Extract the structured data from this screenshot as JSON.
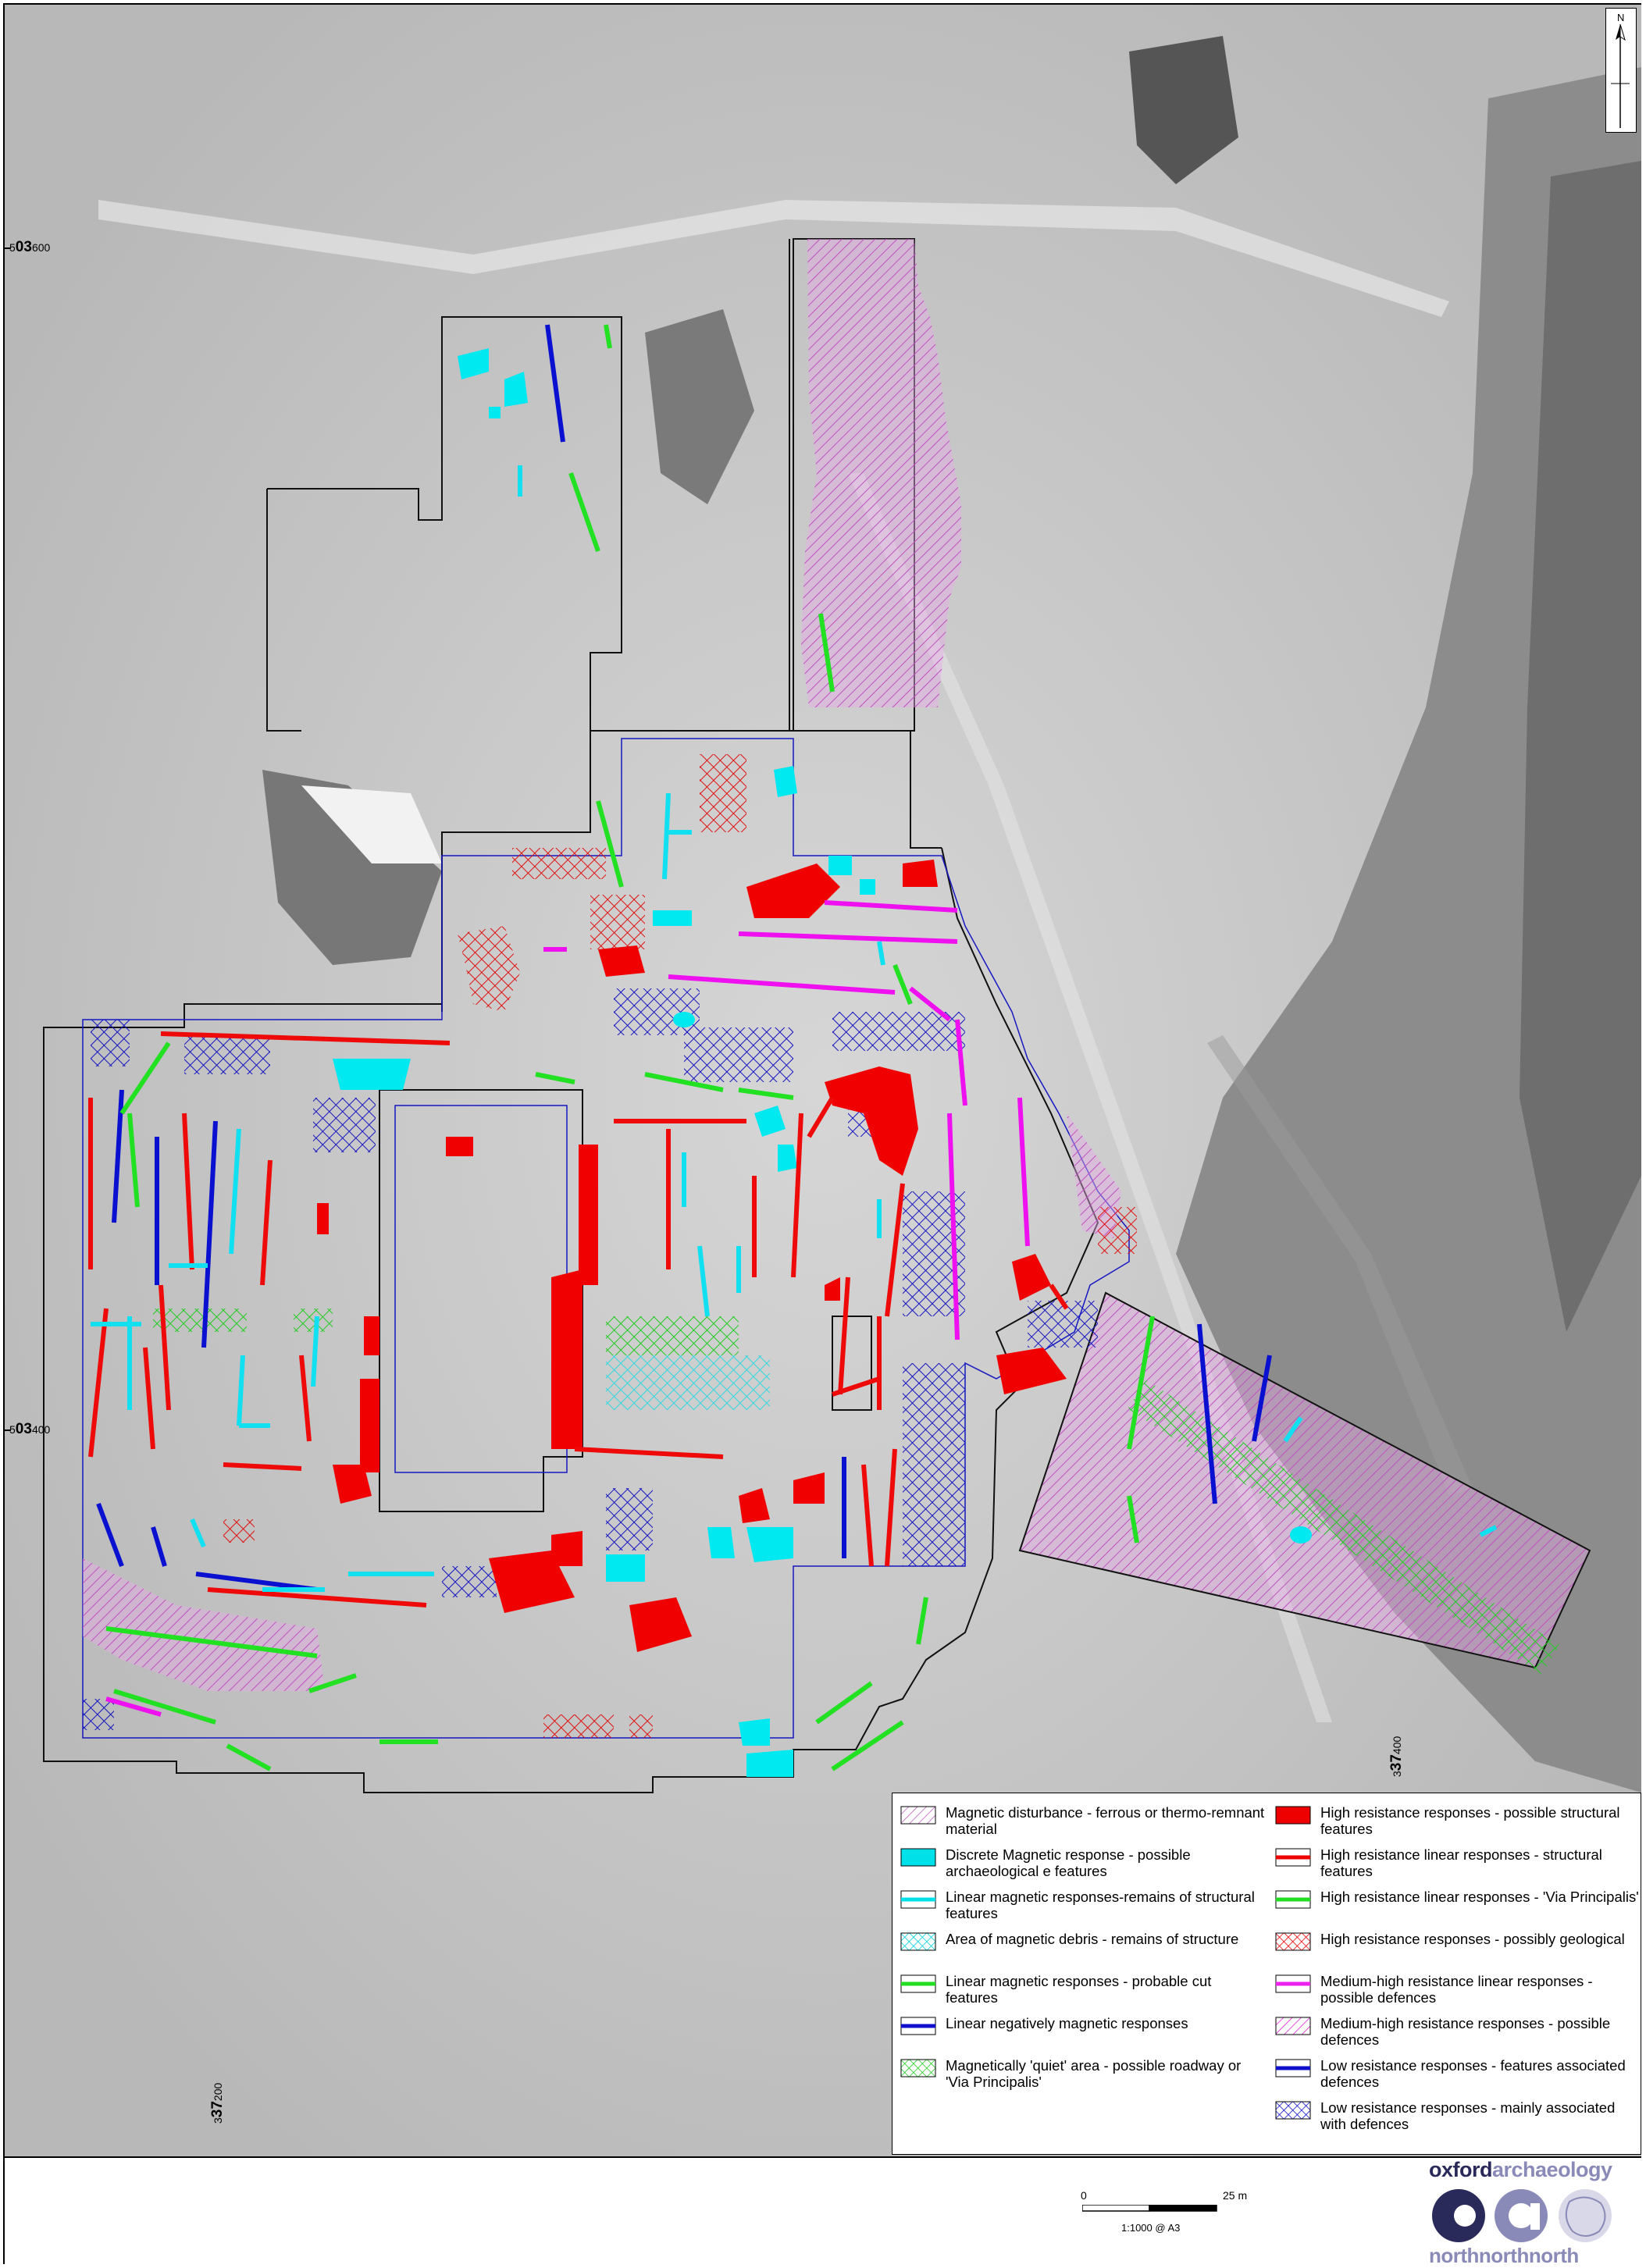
{
  "map": {
    "grid_labels": {
      "northing_600": {
        "prefix": "5",
        "bold": "03",
        "suffix": "600"
      },
      "northing_400": {
        "prefix": "5",
        "bold": "03",
        "suffix": "400"
      },
      "easting_200": {
        "prefix": "3",
        "bold": "37",
        "suffix": "200"
      },
      "easting_400": {
        "prefix": "3",
        "bold": "37",
        "suffix": "400"
      }
    },
    "north_label": "N"
  },
  "legend": {
    "left": [
      {
        "label": "Magnetic disturbance - ferrous or thermo-remnant material",
        "symbol": "hatch",
        "color": "#c060c0"
      },
      {
        "label": "Discrete Magnetic response - possible archaeological e features",
        "symbol": "fill",
        "color": "#00e0e8"
      },
      {
        "label": "Linear magnetic responses-remains of structural features",
        "symbol": "line",
        "color": "#00e0e8"
      },
      {
        "label": "Area of magnetic debris - remains of structure",
        "symbol": "cross",
        "color": "#00d0e0"
      },
      {
        "label": "Linear magnetic responses -  probable cut features",
        "symbol": "line",
        "color": "#22dd22"
      },
      {
        "label": "Linear negatively magnetic responses",
        "symbol": "line",
        "color": "#1010cc"
      },
      {
        "label": "Magnetically 'quiet' area - possible roadway or 'Via Principalis'",
        "symbol": "cross",
        "color": "#22cc22"
      }
    ],
    "right": [
      {
        "label": "High resistance responses - possible structural features",
        "symbol": "fill",
        "color": "#ee0000"
      },
      {
        "label": "High resistance linear responses - structural features",
        "symbol": "line",
        "color": "#ee0000"
      },
      {
        "label": "High resistance linear responses - 'Via Principalis'",
        "symbol": "line",
        "color": "#22dd22"
      },
      {
        "label": "High resistance responses - possibly geological",
        "symbol": "cross",
        "color": "#ee0000"
      },
      {
        "label": "Medium-high resistance linear responses - possible defences",
        "symbol": "line",
        "color": "#ee22ee"
      },
      {
        "label": "Medium-high resistance responses - possible defences",
        "symbol": "hatch",
        "color": "#dd22dd"
      },
      {
        "label": "Low resistance responses - features associated defences",
        "symbol": "line",
        "color": "#1010cc"
      },
      {
        "label": "Low resistance responses - mainly associated with defences",
        "symbol": "cross",
        "color": "#1010cc"
      }
    ]
  },
  "scale": {
    "zero": "0",
    "end": "25 m",
    "ratio": "1:1000 @ A3"
  },
  "logo": {
    "word_a": "oxford",
    "word_b": "archaeology",
    "sub": "northnorthnorth"
  }
}
